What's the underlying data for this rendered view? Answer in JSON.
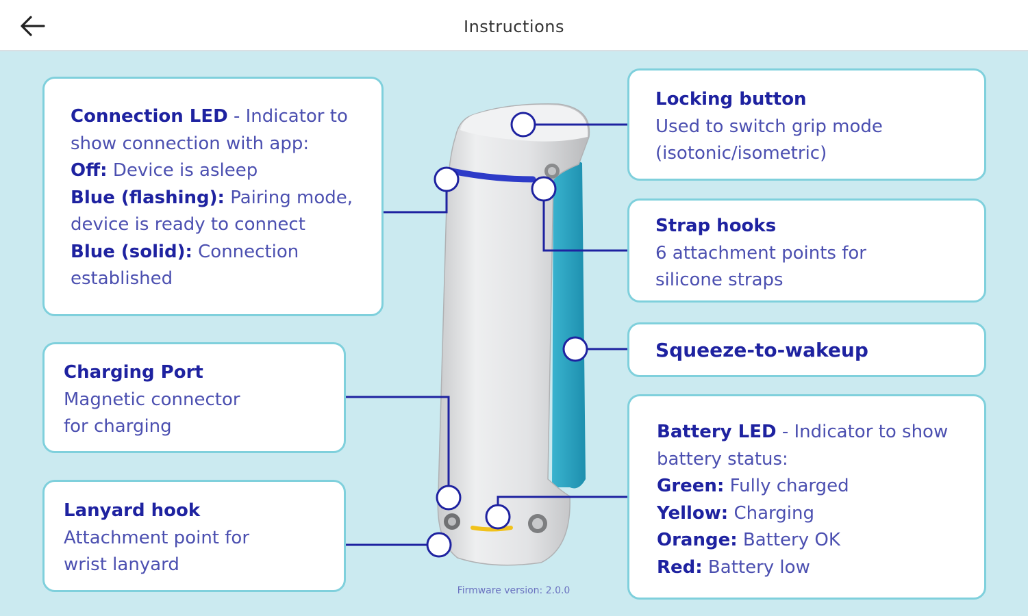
{
  "header": {
    "title": "Instructions",
    "back_icon": "arrow-left-icon"
  },
  "callouts": {
    "connection_led": {
      "title": "Connection LED",
      "intro": " - Indicator to",
      "intro2": "show connection with app:",
      "items": [
        {
          "label": "Off:",
          "text": " Device is asleep"
        },
        {
          "label": "Blue (flashing):",
          "text": " Pairing mode,"
        },
        {
          "label": "",
          "text": "device is ready to connect"
        },
        {
          "label": "Blue (solid):",
          "text": " Connection"
        },
        {
          "label": "",
          "text": "established"
        }
      ]
    },
    "locking_button": {
      "title": "Locking button",
      "line1": "Used to switch grip mode",
      "line2": "(isotonic/isometric)"
    },
    "strap_hooks": {
      "title": "Strap hooks",
      "line1": "6 attachment points for",
      "line2": "silicone straps"
    },
    "squeeze": {
      "title": "Squeeze-to-wakeup"
    },
    "charging_port": {
      "title": "Charging Port",
      "line1": "Magnetic connector",
      "line2": "for charging"
    },
    "lanyard_hook": {
      "title": "Lanyard hook",
      "line1": "Attachment point for",
      "line2": "wrist lanyard"
    },
    "battery_led": {
      "title": "Battery LED",
      "intro": " - Indicator to show",
      "intro2": "battery status:",
      "items": [
        {
          "label": "Green:",
          "text": " Fully charged"
        },
        {
          "label": "Yellow:",
          "text": " Charging"
        },
        {
          "label": "Orange:",
          "text": " Battery OK"
        },
        {
          "label": "Red:",
          "text": " Battery low"
        }
      ]
    }
  },
  "footer": {
    "firmware": "Firmware version: 2.0.0"
  },
  "colors": {
    "background": "#cbeaf0",
    "card_border": "#7fd0dc",
    "accent": "#1e22a0",
    "device": "#e6e7e8",
    "strap": "#2aa3c0"
  }
}
